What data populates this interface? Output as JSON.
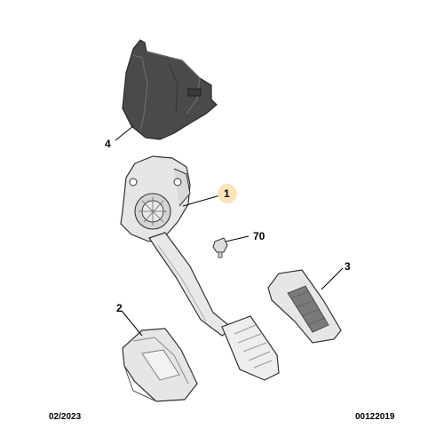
{
  "callouts": [
    {
      "id": "callout-1",
      "label": "1",
      "highlight": true
    },
    {
      "id": "callout-2",
      "label": "2",
      "highlight": false
    },
    {
      "id": "callout-3",
      "label": "3",
      "highlight": false
    },
    {
      "id": "callout-4",
      "label": "4",
      "highlight": false
    },
    {
      "id": "callout-70",
      "label": "70",
      "highlight": false
    }
  ],
  "footer": {
    "date": "02/2023",
    "reference": "00122019"
  },
  "colors": {
    "highlight_badge": "#fde3b8",
    "cover_dark": "#4a4a4a",
    "part_light": "#e8e8e8",
    "outline": "#333333"
  }
}
